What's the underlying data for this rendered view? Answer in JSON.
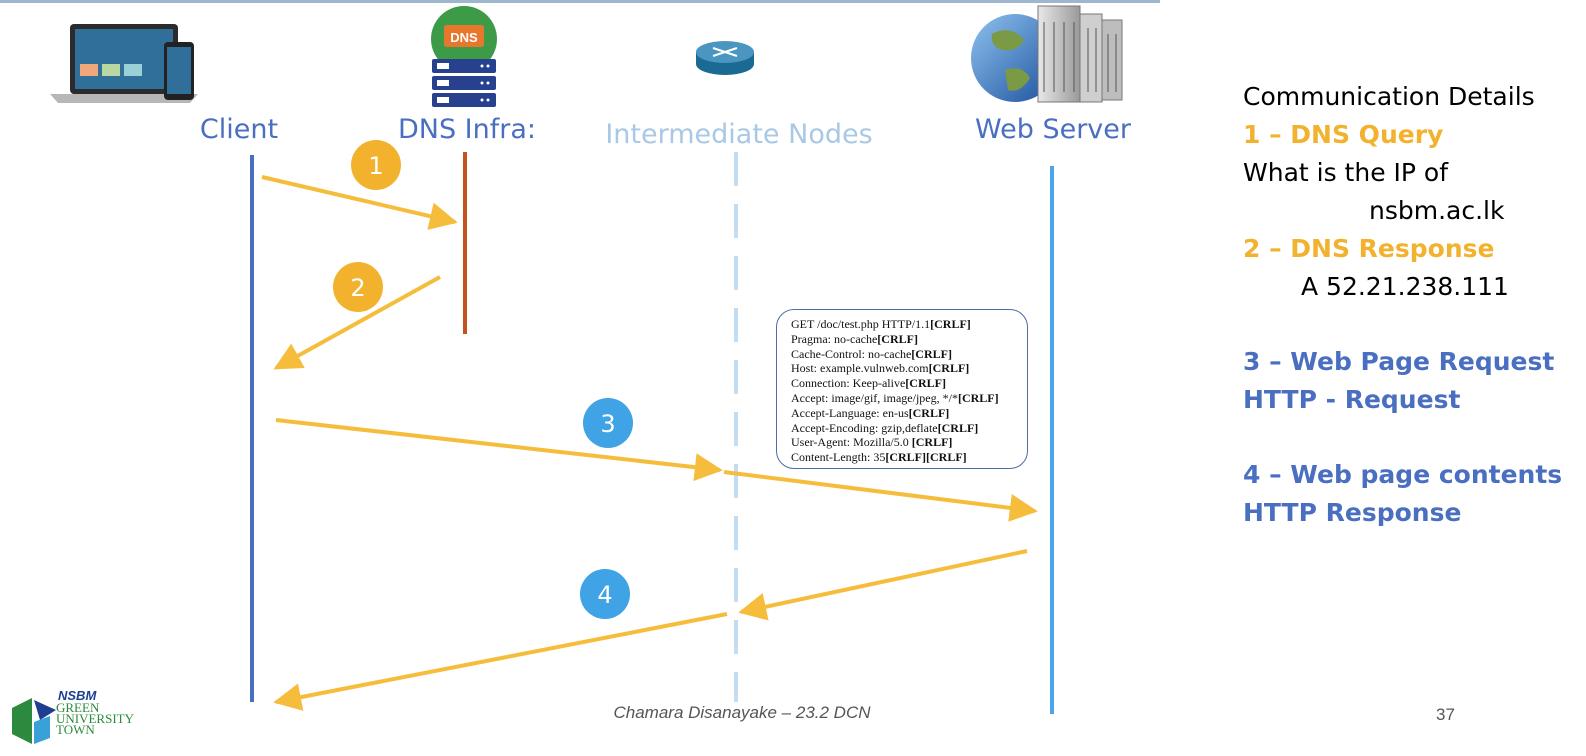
{
  "nodes": {
    "client": {
      "label": "Client",
      "color": "#4a6fc1"
    },
    "dns": {
      "label": "DNS Infra:",
      "color": "#4a6fc1",
      "icon_text": "DNS"
    },
    "intermediate": {
      "label": "Intermediate Nodes",
      "color": "#a8c8e6"
    },
    "web_server": {
      "label": "Web Server",
      "color": "#4a6fc1"
    }
  },
  "steps": [
    {
      "number": "1",
      "color": "#f2b22e"
    },
    {
      "number": "2",
      "color": "#f2b22e"
    },
    {
      "number": "3",
      "color": "#3fa3e6"
    },
    {
      "number": "4",
      "color": "#3fa3e6"
    }
  ],
  "http_request": [
    {
      "text": "GET /doc/test.php HTTP/1.1",
      "bold": "[CRLF]"
    },
    {
      "text": "Pragma: no-cache",
      "bold": "[CRLF]"
    },
    {
      "text": "Cache-Control: no-cache",
      "bold": "[CRLF]"
    },
    {
      "text": "Host: example.vulnweb.com",
      "bold": "[CRLF]"
    },
    {
      "text": "Connection: Keep-alive",
      "bold": "[CRLF]"
    },
    {
      "text": "Accept: image/gif, image/jpeg, */*",
      "bold": "[CRLF]"
    },
    {
      "text": "Accept-Language: en-us",
      "bold": "[CRLF]"
    },
    {
      "text": "Accept-Encoding: gzip,deflate",
      "bold": "[CRLF]"
    },
    {
      "text": "User-Agent: Mozilla/5.0 ",
      "bold": "[CRLF]"
    },
    {
      "text": "Content-Length: 35",
      "bold": "[CRLF][CRLF]"
    }
  ],
  "details": {
    "heading": "Communication Details",
    "step1_title": "1 – DNS Query",
    "step1_line1": "What is the IP of",
    "step1_line2": "nsbm.ac.lk",
    "step2_title": "2 – DNS Response",
    "step2_line1": "A 52.21.238.111",
    "step3_title": "3 – Web Page Request",
    "step3_line1": "HTTP - Request",
    "step4_title": "4 – Web page contents",
    "step4_line1": "HTTP Response"
  },
  "footer": {
    "author": "Chamara Disanayake – 23.2 DCN",
    "page": "37"
  },
  "logo": {
    "brand": "NSBM",
    "line1": "GREEN",
    "line2": "UNIVERSITY",
    "line3": "TOWN"
  },
  "colors": {
    "arrow": "#f5bd3b",
    "client_line": "#4a6fc1",
    "dns_line": "#c1531b",
    "server_line": "#4aa6ec",
    "intermediate_line": "#c3dcf0"
  }
}
